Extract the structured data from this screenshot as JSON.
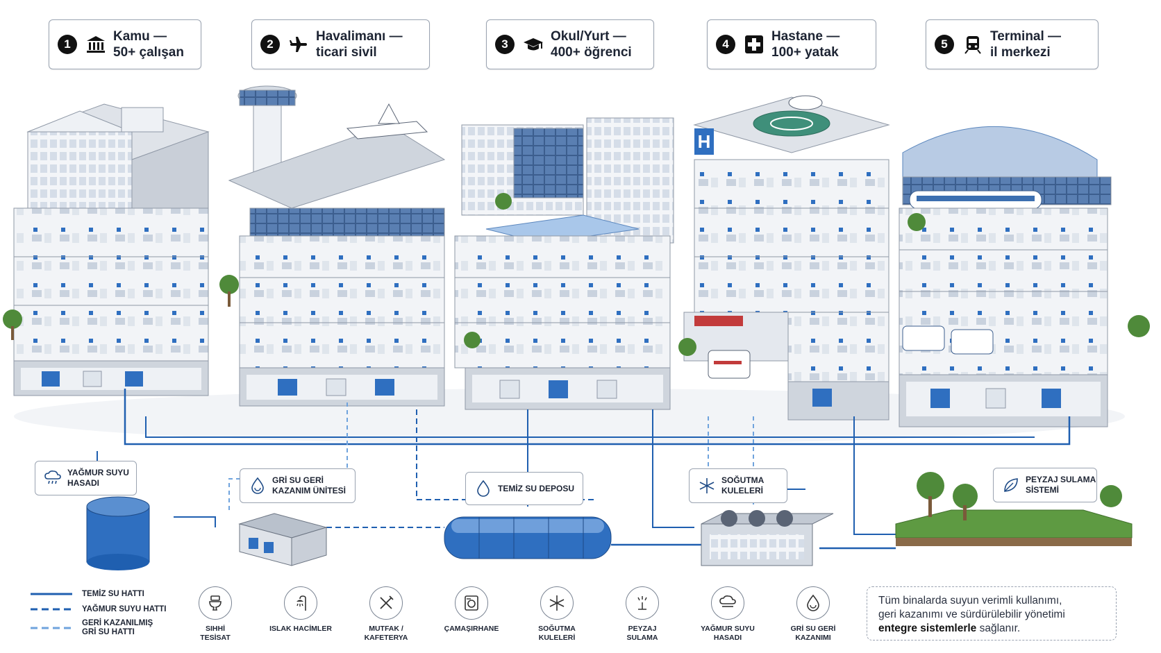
{
  "buildings": [
    {
      "num": "1",
      "icon": "government-building-icon",
      "line1": "Kamu —",
      "line2": "50+ çalışan"
    },
    {
      "num": "2",
      "icon": "airplane-icon",
      "line1": "Havalimanı —",
      "line2": "ticari sivil"
    },
    {
      "num": "3",
      "icon": "graduation-cap-icon",
      "line1": "Okul/Yurt —",
      "line2": "400+ öğrenci"
    },
    {
      "num": "4",
      "icon": "medical-cross-icon",
      "line1": "Hastane —",
      "line2": "100+ yatak"
    },
    {
      "num": "5",
      "icon": "train-icon",
      "line1": "Terminal —",
      "line2": "il merkezi"
    }
  ],
  "hospital_sign": "H",
  "facilities": {
    "rain": {
      "line1": "YAĞMUR SUYU",
      "line2": "HASADI",
      "icon": "rain-cloud-icon"
    },
    "grey": {
      "line1": "GRİ SU GERİ",
      "line2": "KAZANIM ÜNİTESİ",
      "icon": "recycle-drop-icon"
    },
    "tank": {
      "line1": "TEMİZ SU DEPOSU",
      "icon": "water-drop-icon"
    },
    "cooling": {
      "line1": "SOĞUTMA",
      "line2": "KULELERİ",
      "icon": "snowflake-icon"
    },
    "irrigation": {
      "line1": "PEYZAJ SULAMA",
      "line2": "SİSTEMİ",
      "icon": "leaf-icon"
    }
  },
  "legend": [
    {
      "label": "TEMİZ SU HATTI",
      "style": "solid",
      "color": "#1f5fb0"
    },
    {
      "label": "YAĞMUR SUYU HATTI",
      "style": "dashed",
      "color": "#1f5fb0"
    },
    {
      "label_line1": "GERİ KAZANILMIŞ",
      "label_line2": "GRİ SU HATTI",
      "style": "dashed-light",
      "color": "#6fa3dd"
    }
  ],
  "uses": [
    {
      "line1": "SIHHİ",
      "line2": "TESİSAT",
      "icon": "toilet-icon"
    },
    {
      "line1": "ISLAK HACİMLER",
      "line2": "",
      "icon": "shower-icon"
    },
    {
      "line1": "MUTFAK /",
      "line2": "KAFETERYA",
      "icon": "fork-knife-icon"
    },
    {
      "line1": "ÇAMAŞIRHANE",
      "line2": "",
      "icon": "washing-machine-icon"
    },
    {
      "line1": "SOĞUTMA",
      "line2": "KULELERİ",
      "icon": "snowflake-icon"
    },
    {
      "line1": "PEYZAJ",
      "line2": "SULAMA",
      "icon": "sprinkler-icon"
    },
    {
      "line1": "YAĞMUR SUYU",
      "line2": "HASADI",
      "icon": "rain-cloud-icon"
    },
    {
      "line1": "GRİ SU GERİ",
      "line2": "KAZANIMI",
      "icon": "recycle-drop-icon"
    }
  ],
  "note": {
    "line1": "Tüm binalarda suyun verimli kullanımı,",
    "line2": "geri kazanımı ve sürdürülebilir yönetimi",
    "bold": "entegre sistemlerle",
    "tail": " sağlanır."
  },
  "colors": {
    "pipe": "#1f5fb0",
    "pipe_light": "#6fa3dd",
    "tank": "#2f6fc0",
    "tree": "#4f8a3a"
  }
}
